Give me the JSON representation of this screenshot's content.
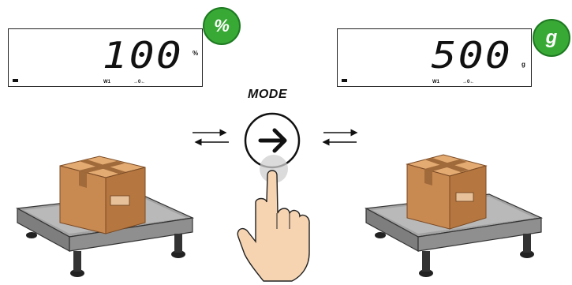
{
  "mode_label": "MODE",
  "left_display": {
    "value": "100",
    "unit": "%",
    "w1": "W1",
    "zero": "→0←",
    "badge": "%"
  },
  "right_display": {
    "value": "500",
    "unit": "g",
    "w1": "W1",
    "zero": "→0←",
    "badge": "g"
  },
  "colors": {
    "badge_green": "#39a935",
    "box_tan": "#c98a52",
    "tape": "#a06a3a",
    "platform": "#9a9a9a"
  }
}
